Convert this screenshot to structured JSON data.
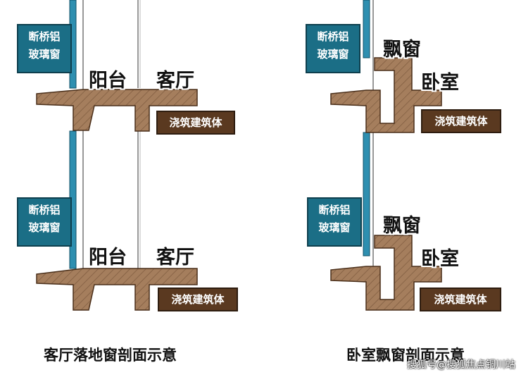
{
  "left_diagram": {
    "window_tag": [
      "断桥铝",
      "玻璃窗"
    ],
    "balcony_label": "阳台",
    "living_label": "客厅",
    "structure_tag": "浇筑建筑体",
    "caption": "客厅落地窗剖面示意"
  },
  "right_diagram": {
    "window_tag": [
      "断桥铝",
      "玻璃窗"
    ],
    "bay_label": "飘窗",
    "bedroom_label": "卧室",
    "structure_tag": "浇筑建筑体",
    "caption": "卧室飘窗剖面示意"
  },
  "watermark": "搜狐号@搜狐焦点铜川站",
  "colors": {
    "concrete": "#a07a5a",
    "concrete_dark": "#5a3920",
    "glass": "#2e8fb0",
    "tag_blue": "#1b6e86"
  }
}
